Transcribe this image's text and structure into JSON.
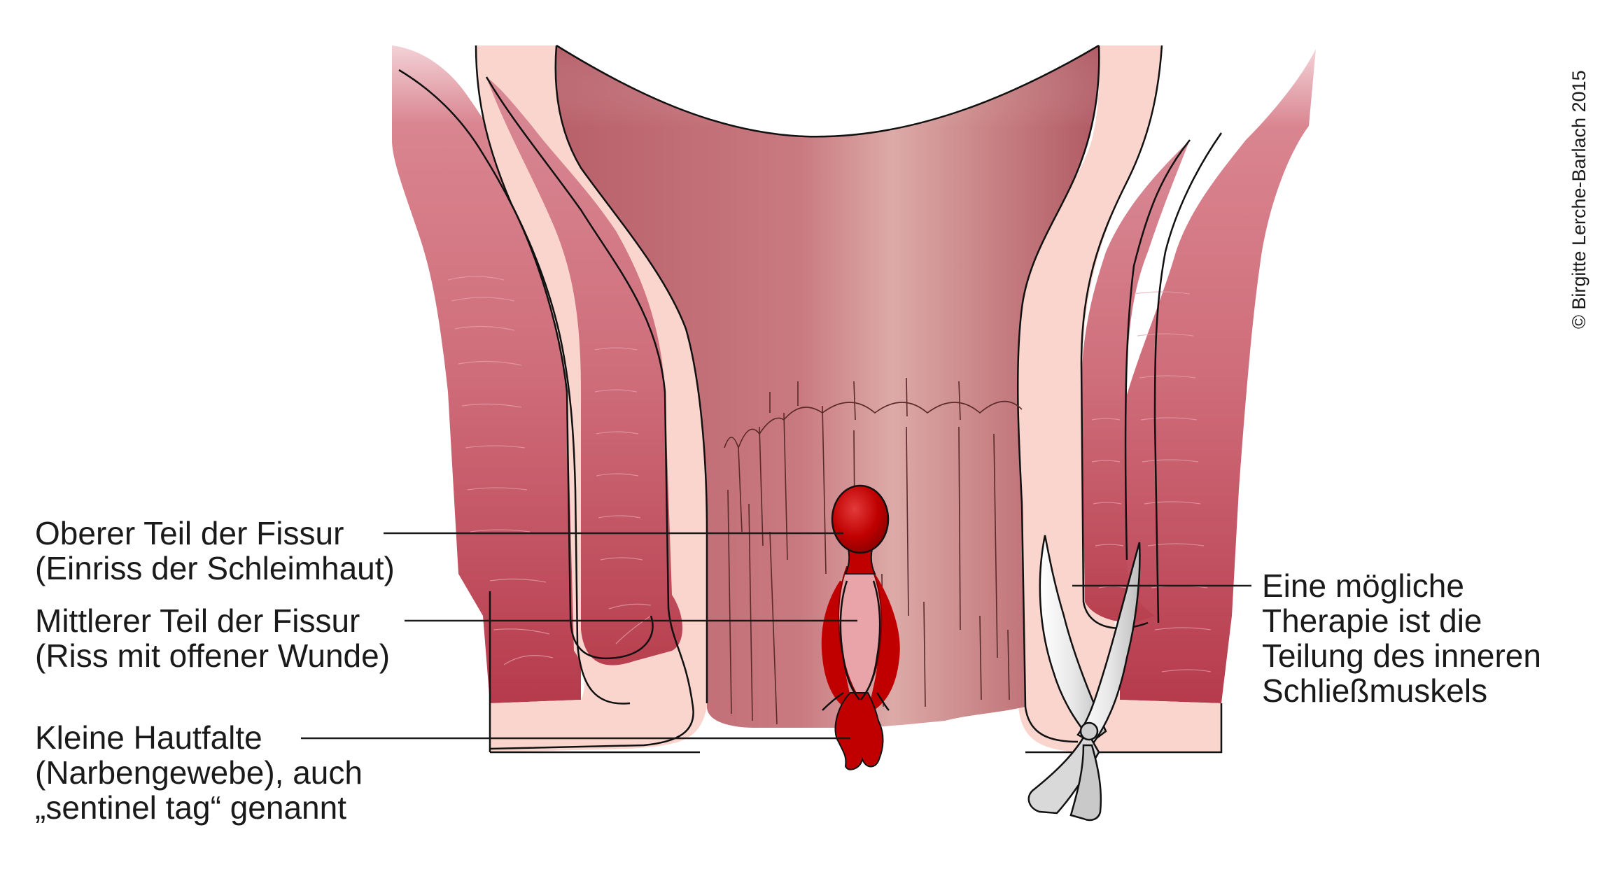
{
  "labels": {
    "upper_fissure": {
      "line1": "Oberer Teil der Fissur",
      "line2": "(Einriss der Schleimhaut)"
    },
    "middle_fissure": {
      "line1": "Mittlerer Teil der Fissur",
      "line2": "(Riss mit offener Wunde)"
    },
    "skin_fold": {
      "line1": "Kleine Hautfalte",
      "line2": "(Narbengewebe), auch",
      "line3": "„sentinel tag“ genannt"
    },
    "therapy": {
      "line1": "Eine mögliche",
      "line2": "Therapie ist die",
      "line3": "Teilung des inneren",
      "line4": "Schließmuskels"
    }
  },
  "copyright": "© Birgitte Lerche-Barlach 2015",
  "colors": {
    "muscle": "#b8404e",
    "muscle_light": "#e8a0aa",
    "tissue_pale": "#f9d5cd",
    "mucosa": "#c27278",
    "mucosa_light": "#dfa6a6",
    "fissure": "#c00000",
    "fissure_dark": "#8a0000",
    "scissors": "#d9d9d9"
  }
}
